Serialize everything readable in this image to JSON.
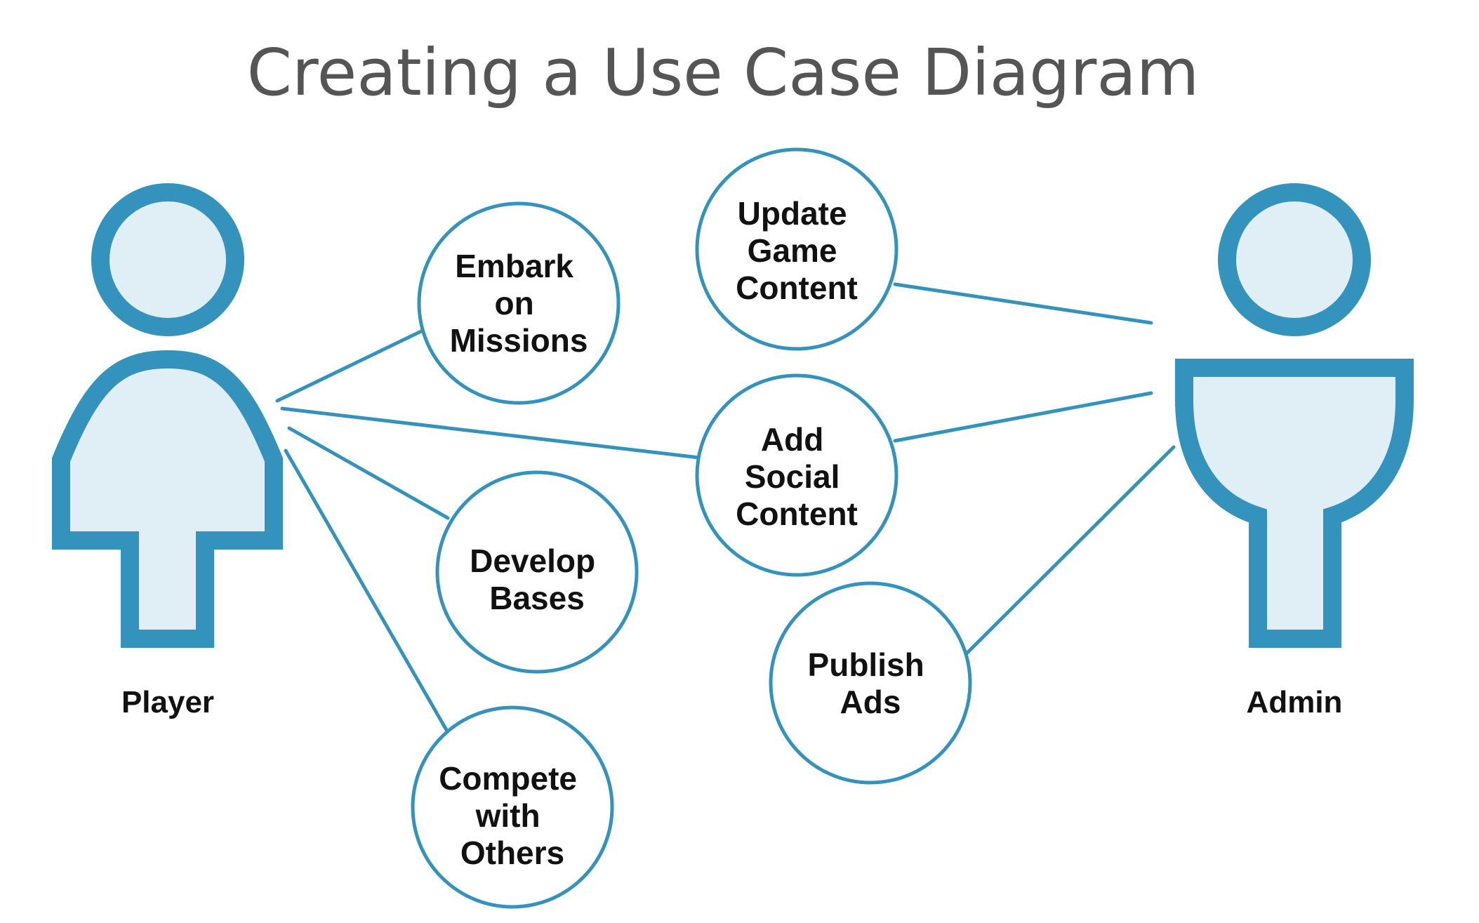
{
  "title": "Creating a Use Case Diagram",
  "colors": {
    "accent": "#3493bd",
    "actor_fill": "#e0eef6",
    "title_text": "#555555",
    "label_text": "#111111",
    "background": "#ffffff"
  },
  "actors": [
    {
      "id": "player",
      "label": "Player"
    },
    {
      "id": "admin",
      "label": "Admin"
    }
  ],
  "use_cases": [
    {
      "id": "embark",
      "lines": [
        "Embark",
        "on",
        "Missions"
      ]
    },
    {
      "id": "update",
      "lines": [
        "Update",
        "Game",
        "Content"
      ]
    },
    {
      "id": "social",
      "lines": [
        "Add",
        "Social",
        "Content"
      ]
    },
    {
      "id": "develop",
      "lines": [
        "Develop",
        "Bases"
      ]
    },
    {
      "id": "publish",
      "lines": [
        "Publish",
        "Ads"
      ]
    },
    {
      "id": "compete",
      "lines": [
        "Compete",
        "with",
        "Others"
      ]
    }
  ],
  "associations": [
    {
      "actor": "player",
      "use_case": "embark"
    },
    {
      "actor": "player",
      "use_case": "social"
    },
    {
      "actor": "player",
      "use_case": "develop"
    },
    {
      "actor": "player",
      "use_case": "compete"
    },
    {
      "actor": "admin",
      "use_case": "update"
    },
    {
      "actor": "admin",
      "use_case": "social"
    },
    {
      "actor": "admin",
      "use_case": "publish"
    }
  ]
}
